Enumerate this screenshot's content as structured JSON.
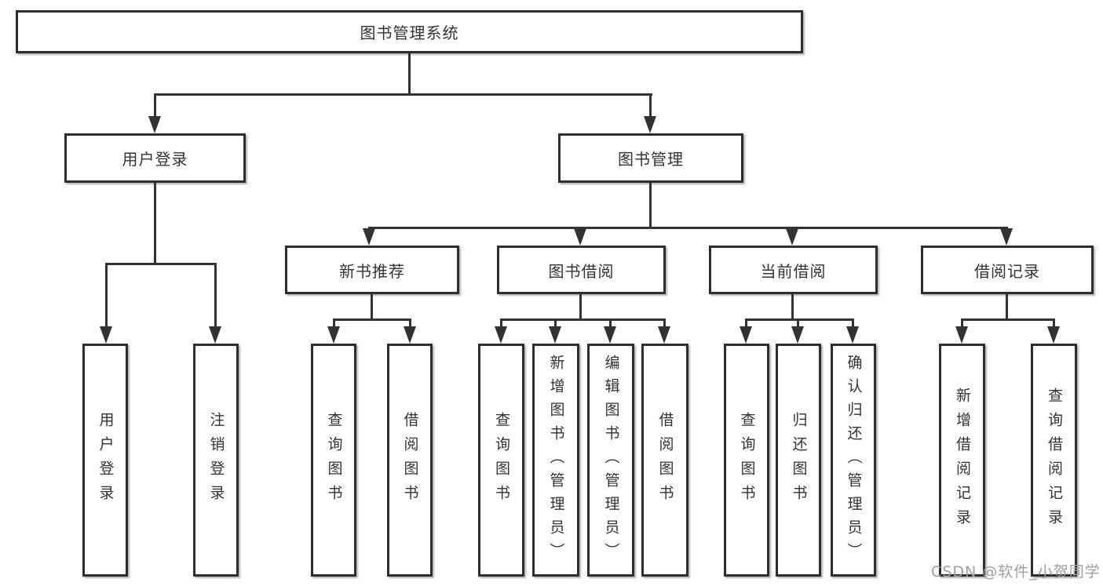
{
  "diagram_title": "图书管理系统",
  "nodes": {
    "root": {
      "label": "图书管理系统"
    },
    "user_login": {
      "label": "用户登录"
    },
    "book_mgmt": {
      "label": "图书管理"
    },
    "new_book_rec": {
      "label": "新书推荐"
    },
    "book_borrow": {
      "label": "图书借阅"
    },
    "current_borrow": {
      "label": "当前借阅"
    },
    "borrow_records": {
      "label": "借阅记录"
    },
    "leaf_user_login": {
      "label": "用户登录"
    },
    "leaf_logout": {
      "label": "注销登录"
    },
    "leaf_query_book_rec": {
      "label": "查询图书"
    },
    "leaf_borrow_book_rec": {
      "label": "借阅图书"
    },
    "leaf_query_book_borrow": {
      "label": "查询图书"
    },
    "leaf_add_book_admin": {
      "label": "新增图书（管理员）"
    },
    "leaf_edit_book_admin": {
      "label": "编辑图书（管理员）"
    },
    "leaf_borrow_book_borrow": {
      "label": "借阅图书"
    },
    "leaf_query_book_current": {
      "label": "查询图书"
    },
    "leaf_return_book": {
      "label": "归还图书"
    },
    "leaf_confirm_return_admin": {
      "label": "确认归还（管理员）"
    },
    "leaf_add_borrow_record": {
      "label": "新增借阅记录"
    },
    "leaf_query_borrow_record": {
      "label": "查询借阅记录"
    }
  },
  "structure": {
    "图书管理系统": [
      "用户登录",
      "图书管理"
    ],
    "用户登录": [
      "用户登录",
      "注销登录"
    ],
    "图书管理": [
      "新书推荐",
      "图书借阅",
      "当前借阅",
      "借阅记录"
    ],
    "新书推荐": [
      "查询图书",
      "借阅图书"
    ],
    "图书借阅": [
      "查询图书",
      "新增图书（管理员）",
      "编辑图书（管理员）",
      "借阅图书"
    ],
    "当前借阅": [
      "查询图书",
      "归还图书",
      "确认归还（管理员）"
    ],
    "借阅记录": [
      "新增借阅记录",
      "查询借阅记录"
    ]
  },
  "watermark": {
    "text": "CSDN @软件_小贺同学"
  },
  "colors": {
    "line": "#333333",
    "box_border": "#2e2e2e",
    "text": "#333333",
    "watermark": "#9e9e9e",
    "background": "#ffffff"
  }
}
